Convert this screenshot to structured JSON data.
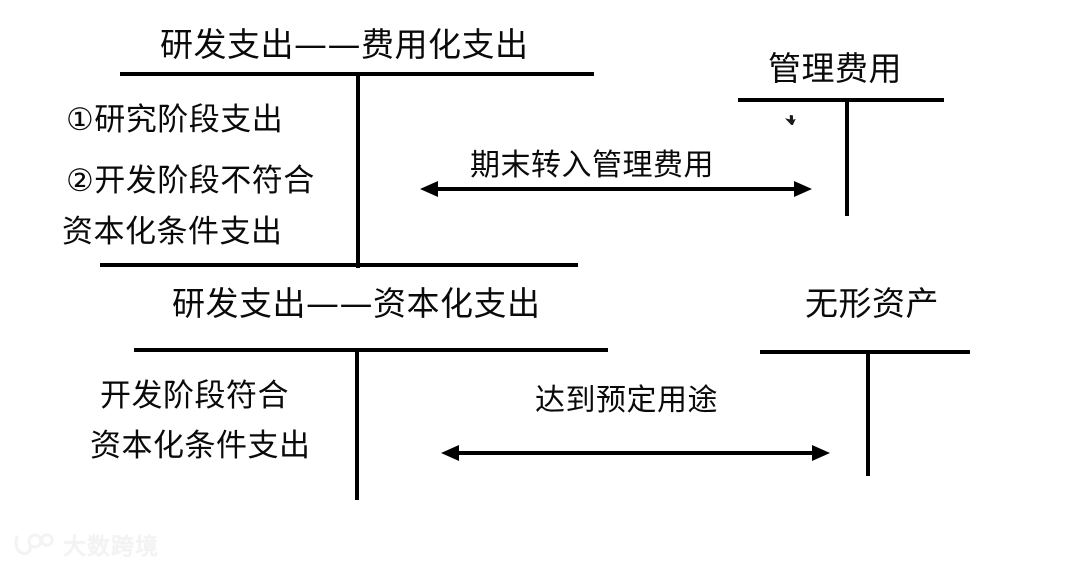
{
  "diagram": {
    "accounts": [
      {
        "id": "rd-expense-expensed",
        "title": "研发支出——费用化支出",
        "debit_entries": [
          "①研究阶段支出",
          "②开发阶段不符合",
          "资本化条件支出"
        ]
      },
      {
        "id": "admin-expense",
        "title": "管理费用",
        "debit_entries": []
      },
      {
        "id": "rd-expense-capitalized",
        "title": "研发支出——资本化支出",
        "debit_entries": [
          "开发阶段符合",
          "资本化条件支出"
        ]
      },
      {
        "id": "intangible-asset",
        "title": "无形资产",
        "debit_entries": []
      }
    ],
    "flows": [
      {
        "id": "flow-to-admin-expense",
        "label": "期末转入管理费用",
        "direction": "double"
      },
      {
        "id": "flow-to-intangible-asset",
        "label": "达到预定用途",
        "direction": "double"
      }
    ],
    "colors": {
      "line": "#000000",
      "text": "#0a0a0a",
      "background": "#ffffff",
      "watermark": "#f2f2f2"
    }
  },
  "watermark": {
    "text": "大数跨境",
    "logo_icon": "dashu-logo-icon"
  }
}
